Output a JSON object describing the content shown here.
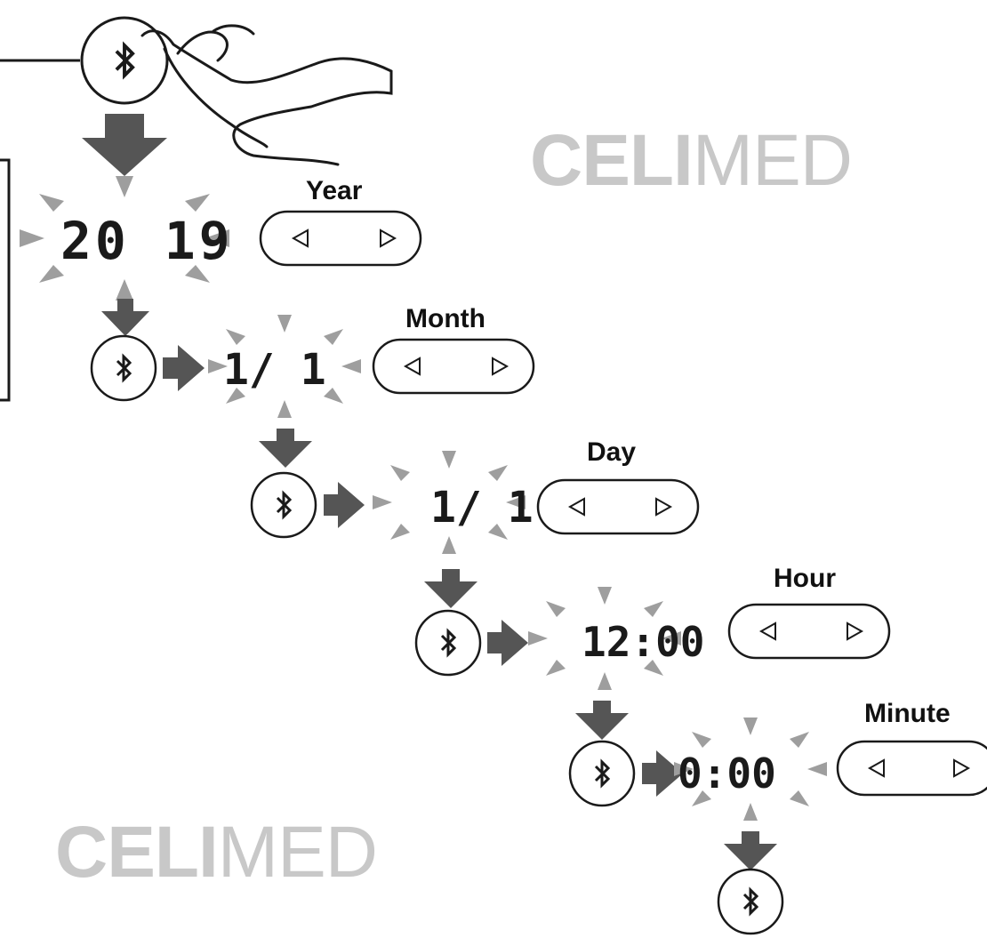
{
  "watermark": {
    "bold": "CELI",
    "light": "MED"
  },
  "steps": [
    {
      "label": "Year"
    },
    {
      "label": "Month"
    },
    {
      "label": "Day"
    },
    {
      "label": "Hour"
    },
    {
      "label": "Minute"
    }
  ],
  "icons": {
    "bluetooth": "bluetooth-icon",
    "prev": "triangle-left-icon",
    "next": "triangle-right-icon",
    "down_arrow": "arrow-down-icon",
    "right_arrow": "arrow-right-icon"
  },
  "colors": {
    "arrow": "#555555",
    "blink": "#9e9e9e",
    "stroke": "#1a1a1a",
    "watermark": "#c8c8c8"
  }
}
